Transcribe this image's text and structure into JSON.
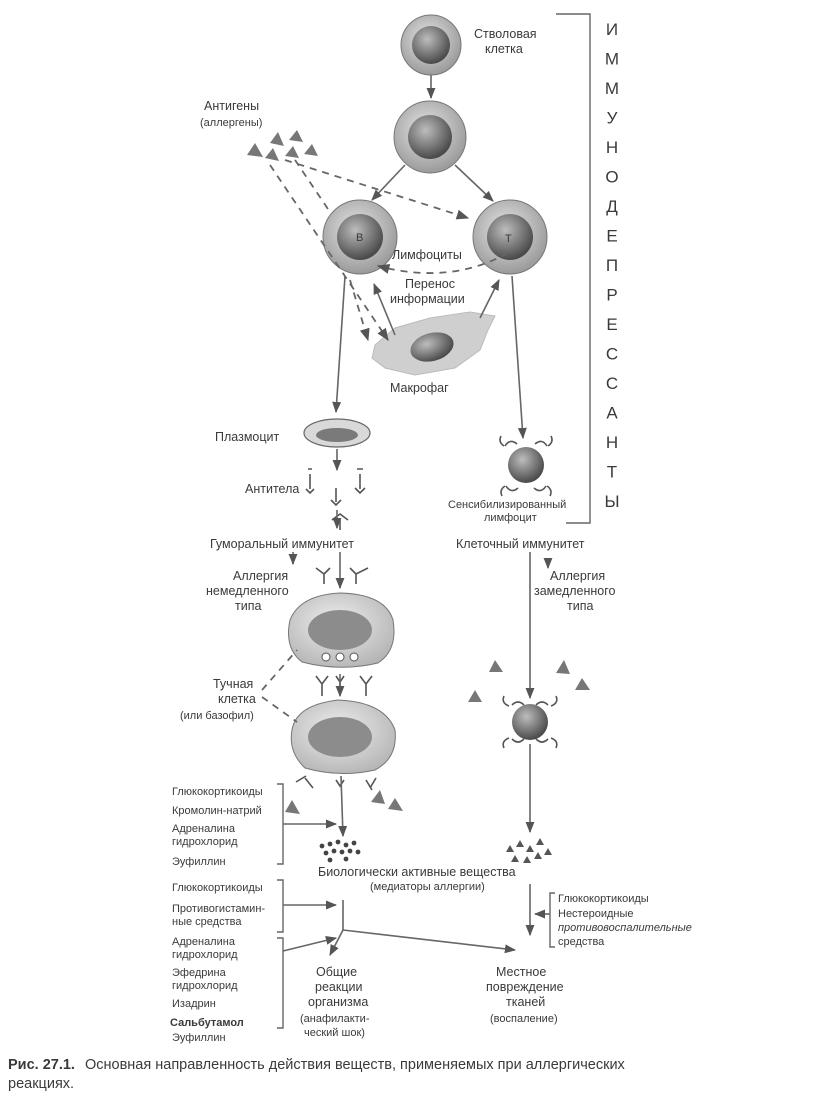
{
  "labels": {
    "stem_cell": [
      "Стволовая",
      "клетка"
    ],
    "antigens": "Антигены",
    "allergens": "(аллергены)",
    "b_letter": "В",
    "t_letter": "Т",
    "lymphocytes": "Лимфоциты",
    "info_transfer": [
      "Перенос",
      "информации"
    ],
    "macrophage": "Макрофаг",
    "plasmocyte": "Плазмоцит",
    "antibodies": "Антитела",
    "sensitized": [
      "Сенсибилизированный",
      "лимфоцит"
    ],
    "humoral": "Гуморальный иммунитет",
    "cellular": "Клеточный иммунитет",
    "immediate_allergy": [
      "Аллергия",
      "немедленного",
      "типа"
    ],
    "delayed_allergy": [
      "Аллергия",
      "замедленного",
      "типа"
    ],
    "mast_cell": [
      "Тучная",
      "клетка",
      "(или базофил)"
    ],
    "bio_active": "Биологически активные вещества",
    "mediators": "(медиаторы аллергии)",
    "general": [
      "Общие",
      "реакции",
      "организма"
    ],
    "anaphylactic": [
      "(анафилакти-",
      "ческий шок)"
    ],
    "local": [
      "Местное",
      "повреждение",
      "тканей"
    ],
    "inflammation": "(воспаление)"
  },
  "immunosuppressants_letters": [
    "И",
    "М",
    "М",
    "У",
    "Н",
    "О",
    "Д",
    "Е",
    "П",
    "Р",
    "Е",
    "С",
    "С",
    "А",
    "Н",
    "Т",
    "Ы"
  ],
  "drug_groups": {
    "group1": [
      "Глюкокортикоиды",
      "Кромолин-натрий",
      "Адреналина",
      "гидрохлорид",
      "Эуфиллин"
    ],
    "group2": [
      "Глюкокортикоиды",
      "Противогистамин-",
      "ные средства"
    ],
    "group3": [
      "Адреналина",
      "гидрохлорид",
      "Эфедрина",
      "гидрохлорид",
      "Изадрин",
      "Сальбутамол",
      "Эуфиллин"
    ],
    "right": [
      "Глюкокортикоиды",
      "Нестероидные",
      "противовоспалительные",
      "средства"
    ]
  },
  "caption": {
    "prefix": "Рис. 27.1.",
    "line1": "Основная направленность действия веществ, применяемых при аллергических",
    "line2": "реакциях."
  }
}
